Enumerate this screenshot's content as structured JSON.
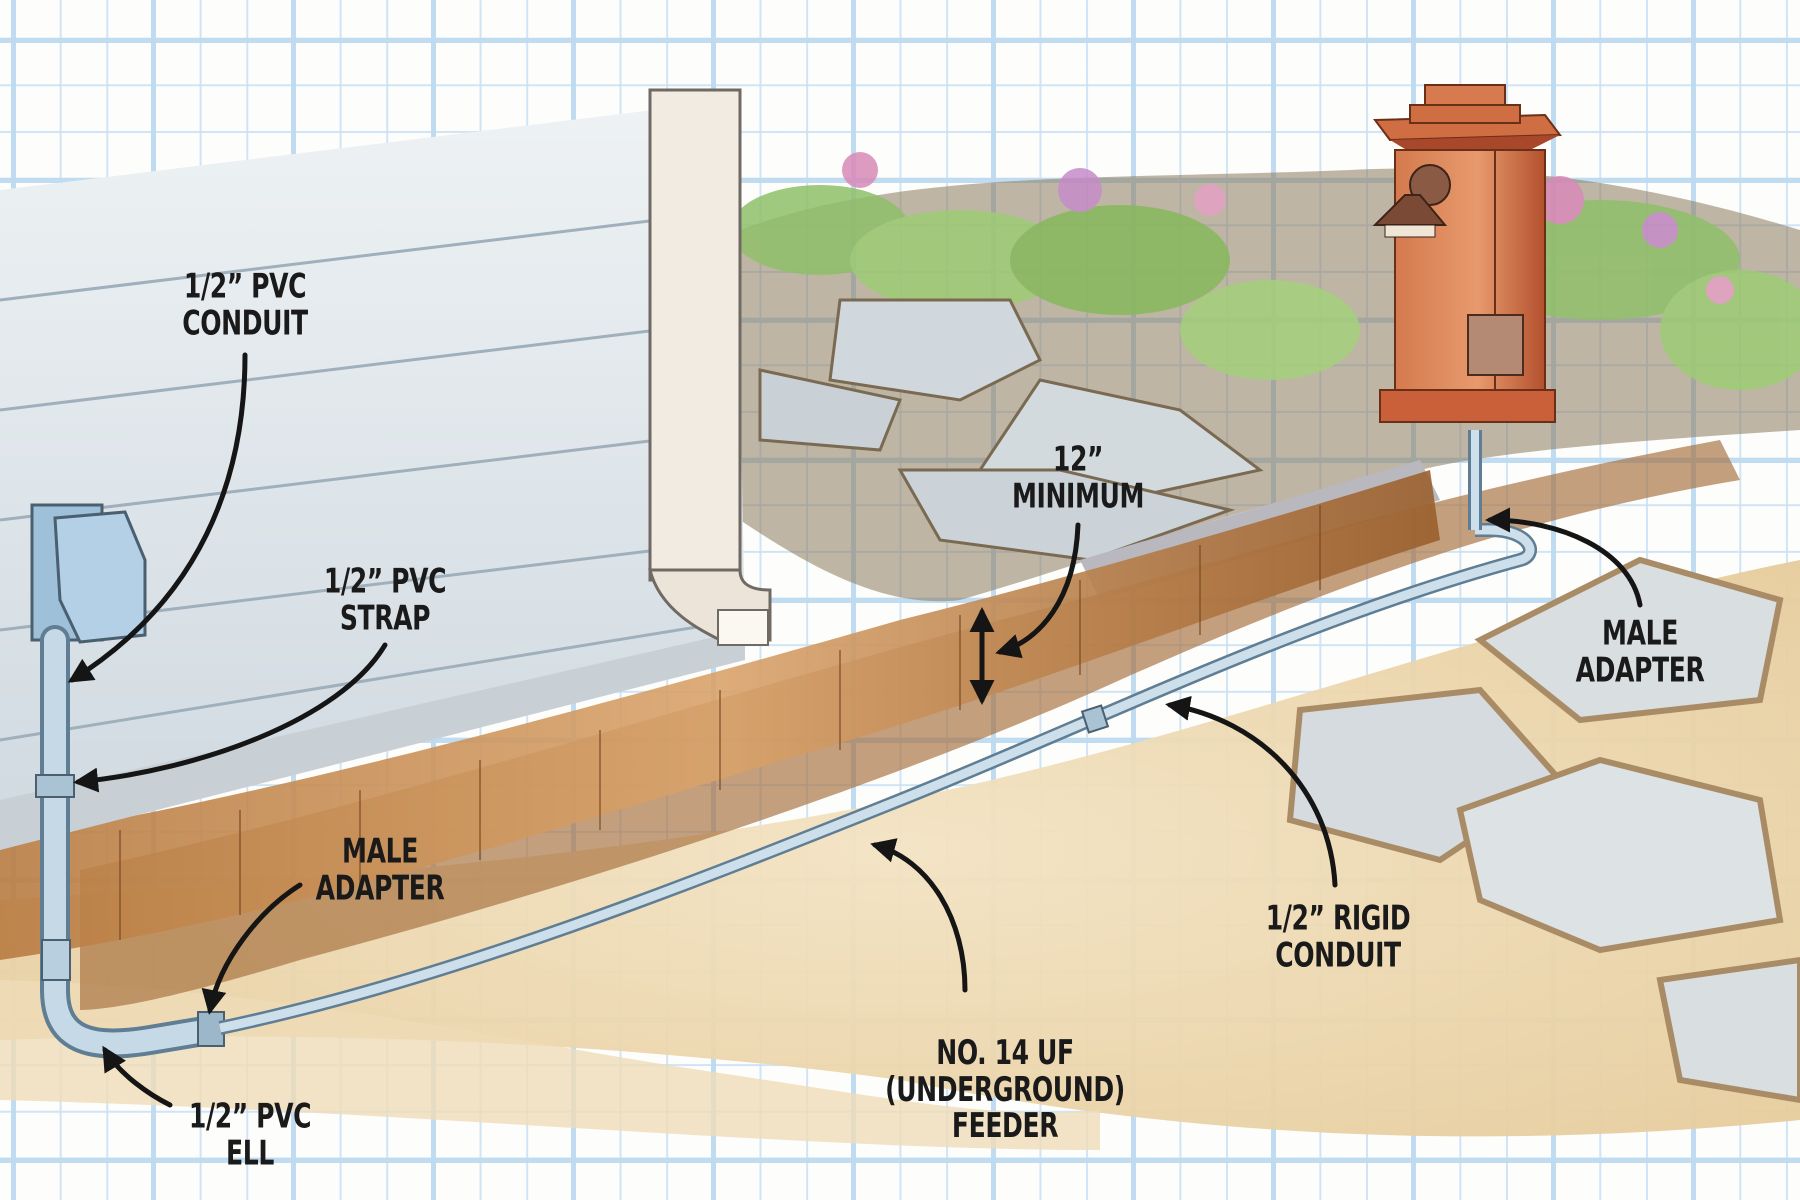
{
  "diagram": {
    "type": "illustrated-installation-diagram",
    "subject": "Outdoor underground wiring run from house outlet to garden post",
    "colors": {
      "grid": "#c4def3",
      "label_text": "#1a1a1a",
      "arrow": "#151515",
      "conduit": "#b7cfe0",
      "post": "#c9603a",
      "trench_wall": "#a36a35",
      "soil": "#ecd6ae",
      "flagstone": "#d7dde0",
      "siding": "#dde5ea"
    },
    "labels": [
      {
        "id": "pvc-conduit",
        "lines": [
          "1/2” PVC",
          "CONDUIT"
        ],
        "points_to": "vertical conduit on house wall"
      },
      {
        "id": "pvc-strap",
        "lines": [
          "1/2” PVC",
          "STRAP"
        ],
        "points_to": "strap holding conduit to siding"
      },
      {
        "id": "depth",
        "lines": [
          "12”",
          "MINIMUM"
        ],
        "points_to": "trench depth dimension"
      },
      {
        "id": "male-adapter-right",
        "lines": [
          "MALE",
          "ADAPTER"
        ],
        "points_to": "fitting below garden post"
      },
      {
        "id": "male-adapter-left",
        "lines": [
          "MALE",
          "ADAPTER"
        ],
        "points_to": "fitting after PVC ell"
      },
      {
        "id": "rigid-conduit",
        "lines": [
          "1/2” RIGID",
          "CONDUIT"
        ],
        "points_to": "conduit section near post"
      },
      {
        "id": "uf-feeder",
        "lines": [
          "NO. 14 UF",
          "(UNDERGROUND)",
          "FEEDER"
        ],
        "points_to": "cable in trench"
      },
      {
        "id": "pvc-ell",
        "lines": [
          "1/2” PVC",
          "ELL"
        ],
        "points_to": "elbow at base of wall"
      }
    ],
    "components": [
      {
        "name": "outdoor-outlet-box",
        "location": "house wall, left"
      },
      {
        "name": "downspout",
        "location": "house corner"
      },
      {
        "name": "lamp-post",
        "location": "garden, right",
        "features": [
          "wall lantern",
          "weatherproof outlet"
        ]
      },
      {
        "name": "trench",
        "location": "along retaining edge"
      },
      {
        "name": "flagstone-path",
        "location": "center and right"
      }
    ]
  }
}
